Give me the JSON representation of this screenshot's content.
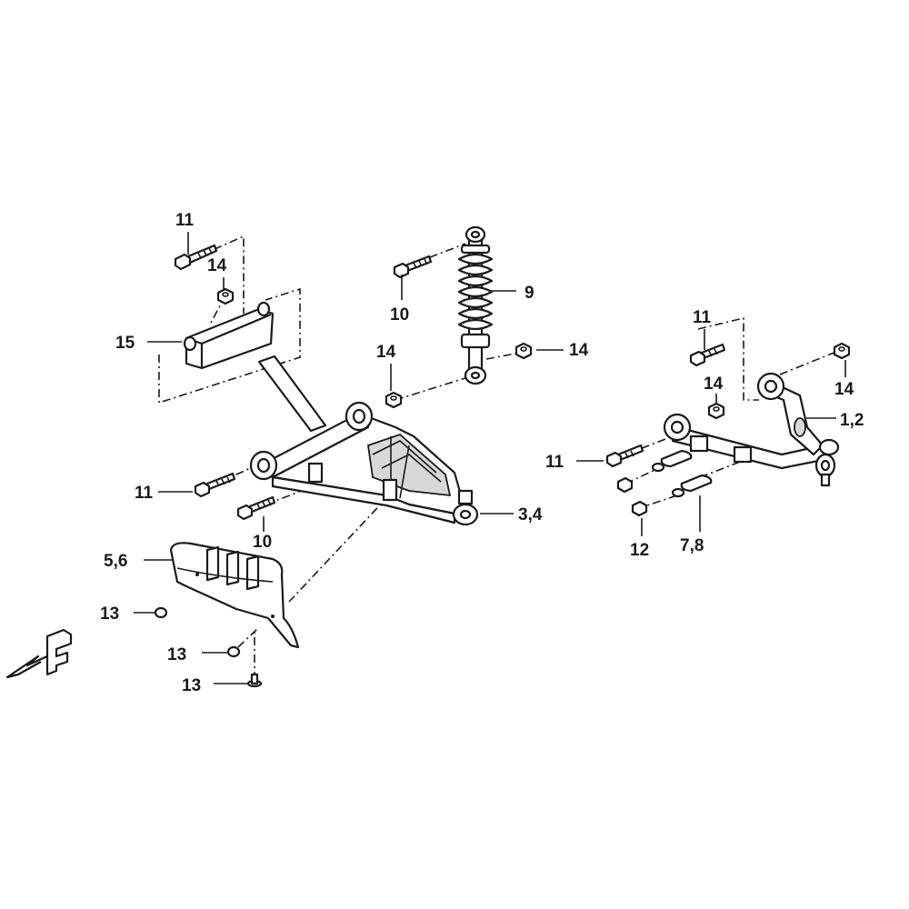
{
  "labels": {
    "l_11_a": "11",
    "l_14_a": "14",
    "l_15": "15",
    "l_10_a": "10",
    "l_9": "9",
    "l_14_b": "14",
    "l_14_c": "14",
    "l_11_b": "11",
    "l_10_b": "10",
    "l_34": "3,4",
    "l_56": "5,6",
    "l_13_a": "13",
    "l_13_b": "13",
    "l_13_c": "13",
    "l_11_c": "11",
    "l_14_d": "14",
    "l_14_e": "14",
    "l_12_r": "1,2",
    "l_11_d": "11",
    "l_12": "12",
    "l_78": "7,8"
  },
  "icons": {
    "front_arrow": "front-direction-arrow-icon"
  }
}
